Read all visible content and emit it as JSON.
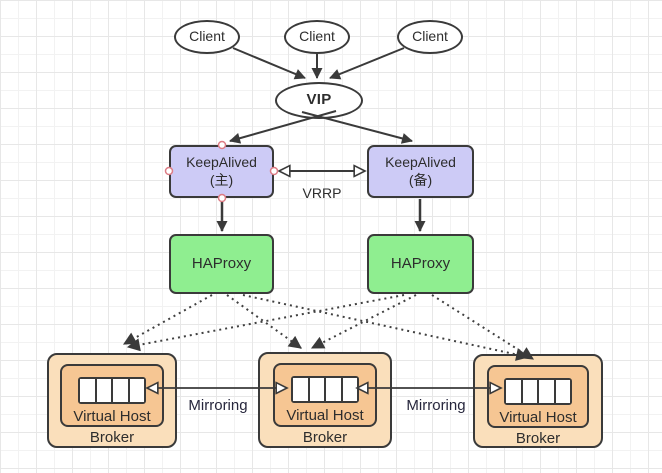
{
  "diagram": {
    "clients": [
      {
        "label": "Client"
      },
      {
        "label": "Client"
      },
      {
        "label": "Client"
      }
    ],
    "vip_label": "VIP",
    "keepalived_primary": {
      "title": "KeepAlived",
      "subtitle": "(主)"
    },
    "keepalived_backup": {
      "title": "KeepAlived",
      "subtitle": "(备)"
    },
    "vrrp_label": "VRRP",
    "haproxy_left_label": "HAProxy",
    "haproxy_right_label": "HAProxy",
    "brokers": [
      {
        "host_label": "Virtual Host",
        "title": "Broker",
        "queue_cells": 4
      },
      {
        "host_label": "Virtual Host",
        "title": "Broker",
        "queue_cells": 4
      },
      {
        "host_label": "Virtual Host",
        "title": "Broker",
        "queue_cells": 4
      }
    ],
    "mirroring_left_label": "Mirroring",
    "mirroring_right_label": "Mirroring",
    "colors": {
      "keepalived_fill": "#cdcbf6",
      "haproxy_fill": "#8fee90",
      "broker_outer_fill": "#fadfbb",
      "broker_inner_fill": "#f6c693",
      "node_stroke": "#3a3a3a",
      "edge_stroke": "#3a3a3a",
      "connection_point_stroke": "#dd7c85",
      "canvas_grid": "#ececec"
    }
  }
}
